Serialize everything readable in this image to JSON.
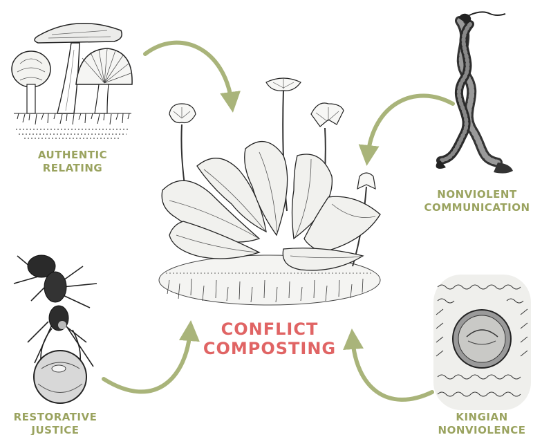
{
  "colors": {
    "practice_label": "#9aa35f",
    "center_label": "#e06464",
    "arrow": "#a9b47a",
    "ink": "#222222"
  },
  "center": {
    "line1": "CONFLICT",
    "line2": "COMPOSTING",
    "icon": "dandelion-plant"
  },
  "practices": [
    {
      "line1": "AUTHENTIC",
      "line2": "RELATING",
      "icon": "mushroom-icon"
    },
    {
      "line1": "NONVIOLENT",
      "line2": "COMMUNICATION",
      "icon": "twisted-serpents-icon"
    },
    {
      "line1": "RESTORATIVE",
      "line2": "JUSTICE",
      "icon": "ant-with-seed-icon"
    },
    {
      "line1": "KINGIAN",
      "line2": "NONVIOLENCE",
      "icon": "acorn-in-moss-icon"
    }
  ]
}
